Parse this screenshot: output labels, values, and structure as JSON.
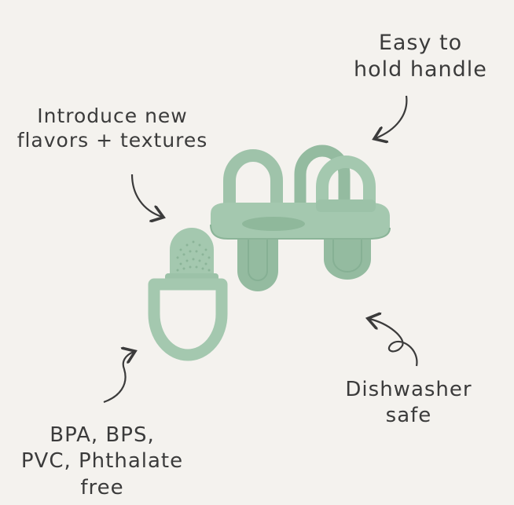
{
  "annotations": {
    "handle": [
      "Easy to",
      "hold handle"
    ],
    "flavors": [
      "Introduce new",
      "flavors + textures"
    ],
    "dishwasher": [
      "Dishwasher",
      "safe"
    ],
    "materials": [
      "BPA, BPS,",
      "PVC, Phthalate",
      "free"
    ]
  },
  "colors": {
    "background": "#f4f2ee",
    "silicone": "#9fc3aa",
    "silicone_dark": "#86b094",
    "ink": "#3b3b3b"
  }
}
